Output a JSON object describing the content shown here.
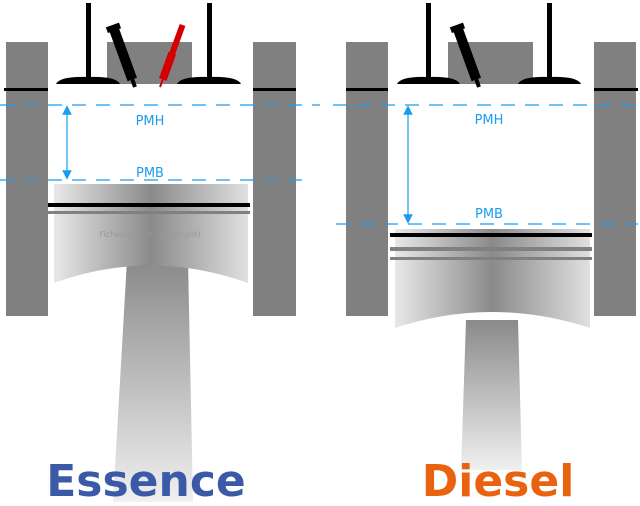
{
  "engines": [
    {
      "title": "Essence",
      "title_color": "#3a5aa8",
      "pmh_label": "PMH",
      "pmb_label": "PMB",
      "watermark": "Fiches-auto.fr (copyright)",
      "spark_plug_color": "#d40000"
    },
    {
      "title": "Diesel",
      "title_color": "#e8620f",
      "pmh_label": "PMH",
      "pmb_label": "PMB"
    }
  ],
  "colors": {
    "wall": "#808080",
    "dashed_line": "#1a9cf0"
  }
}
